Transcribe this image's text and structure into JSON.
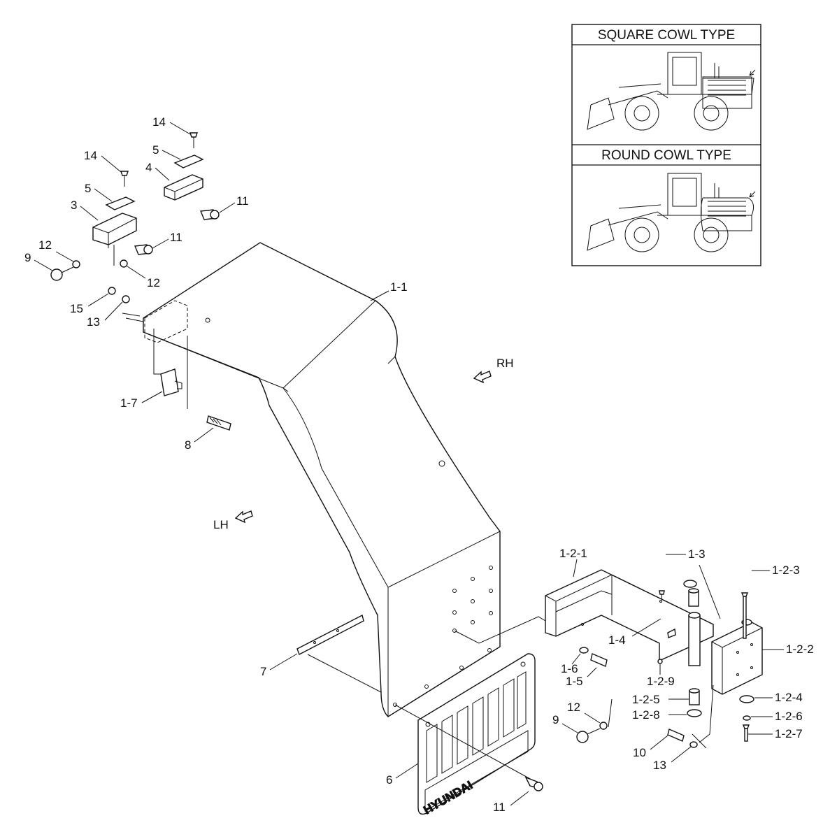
{
  "inset": {
    "square_title": "SQUARE COWL TYPE",
    "round_title": "ROUND COWL TYPE"
  },
  "directions": {
    "rh": "RH",
    "lh": "LH"
  },
  "brand_text": "HYUNDAI",
  "callouts": [
    {
      "id": "c-14a",
      "text": "14"
    },
    {
      "id": "c-14b",
      "text": "14"
    },
    {
      "id": "c-5a",
      "text": "5"
    },
    {
      "id": "c-5b",
      "text": "5"
    },
    {
      "id": "c-4",
      "text": "4"
    },
    {
      "id": "c-3",
      "text": "3"
    },
    {
      "id": "c-11a",
      "text": "11"
    },
    {
      "id": "c-11b",
      "text": "11"
    },
    {
      "id": "c-12a",
      "text": "12"
    },
    {
      "id": "c-12b",
      "text": "12"
    },
    {
      "id": "c-9a",
      "text": "9"
    },
    {
      "id": "c-15",
      "text": "15"
    },
    {
      "id": "c-13a",
      "text": "13"
    },
    {
      "id": "c-1-1",
      "text": "1-1"
    },
    {
      "id": "c-1-7",
      "text": "1-7"
    },
    {
      "id": "c-8",
      "text": "8"
    },
    {
      "id": "c-7",
      "text": "7"
    },
    {
      "id": "c-6",
      "text": "6"
    },
    {
      "id": "c-11c",
      "text": "11"
    },
    {
      "id": "c-1-2-1",
      "text": "1-2-1"
    },
    {
      "id": "c-1-3",
      "text": "1-3"
    },
    {
      "id": "c-1-2-3",
      "text": "1-2-3"
    },
    {
      "id": "c-1-4",
      "text": "1-4"
    },
    {
      "id": "c-1-6",
      "text": "1-6"
    },
    {
      "id": "c-1-5",
      "text": "1-5"
    },
    {
      "id": "c-1-2-9",
      "text": "1-2-9"
    },
    {
      "id": "c-1-2-2",
      "text": "1-2-2"
    },
    {
      "id": "c-1-2-5",
      "text": "1-2-5"
    },
    {
      "id": "c-1-2-8",
      "text": "1-2-8"
    },
    {
      "id": "c-1-2-4",
      "text": "1-2-4"
    },
    {
      "id": "c-1-2-6",
      "text": "1-2-6"
    },
    {
      "id": "c-1-2-7",
      "text": "1-2-7"
    },
    {
      "id": "c-12c",
      "text": "12"
    },
    {
      "id": "c-9b",
      "text": "9"
    },
    {
      "id": "c-10",
      "text": "10"
    },
    {
      "id": "c-13b",
      "text": "13"
    }
  ]
}
